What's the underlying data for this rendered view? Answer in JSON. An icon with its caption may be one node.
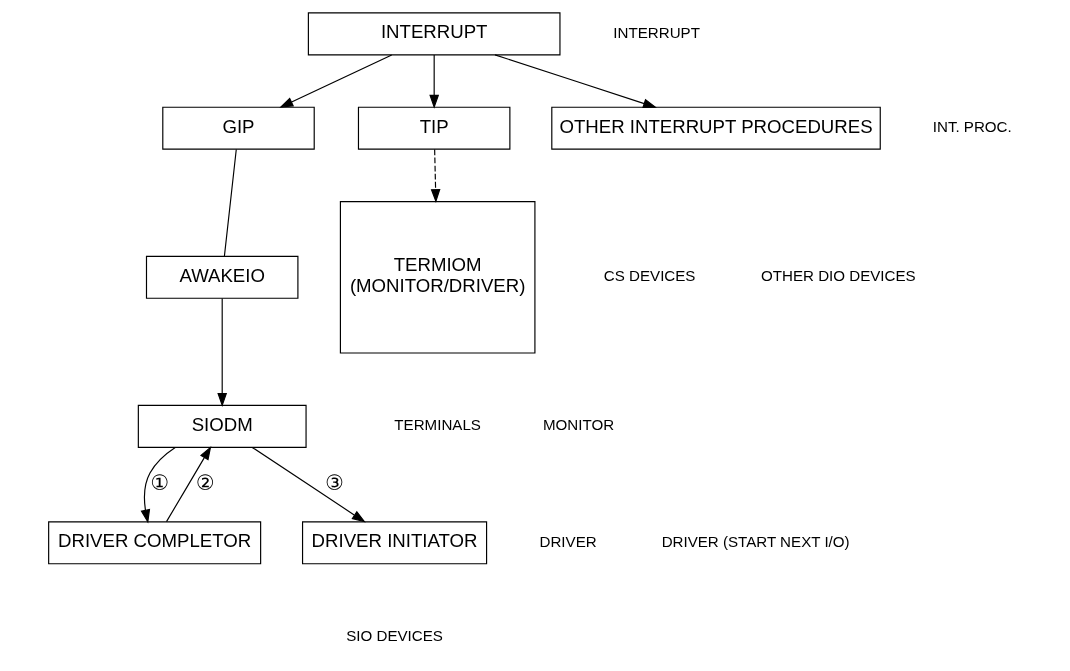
{
  "diagram": {
    "nodes": [
      {
        "text": [
          "INTERRUPT"
        ]
      },
      {
        "text": [
          "GIP"
        ]
      },
      {
        "text": [
          "TIP"
        ]
      },
      {
        "text": [
          "OTHER INTERRUPT PROCEDURES"
        ]
      },
      {
        "text": [
          "AWAKEIO"
        ]
      },
      {
        "text": [
          "SIODM"
        ]
      },
      {
        "text": [
          "TERMIOM",
          "(MONITOR/DRIVER)"
        ]
      },
      {
        "text": [
          "DRIVER COMPLETOR"
        ]
      },
      {
        "text": [
          "DRIVER INITIATOR"
        ]
      }
    ],
    "edges": [
      {
        "from": 0,
        "to": 1,
        "arrow": "to"
      },
      {
        "from": 0,
        "to": 2,
        "arrow": "to"
      },
      {
        "from": 0,
        "to": 3,
        "arrow": "to"
      },
      {
        "from": 1,
        "to": 4,
        "arrow": "none"
      },
      {
        "from": 4,
        "to": 5,
        "arrow": "to"
      },
      {
        "from": 2,
        "to": 6,
        "arrow": "to",
        "style": "dashed"
      },
      {
        "from": 5,
        "to": 7,
        "arrow": "to",
        "label": "①"
      },
      {
        "from": 7,
        "to": 5,
        "arrow": "to",
        "label": "②"
      },
      {
        "from": 5,
        "to": 8,
        "arrow": "to",
        "label": "③"
      }
    ],
    "labels": [
      "INTERRUPT",
      "INT. PROC.",
      "MONITOR",
      "DRIVER",
      "DRIVER (START NEXT I/O)",
      "SIO DEVICES",
      "TERMINALS",
      "CS DEVICES",
      "OTHER DIO DEVICES"
    ]
  }
}
